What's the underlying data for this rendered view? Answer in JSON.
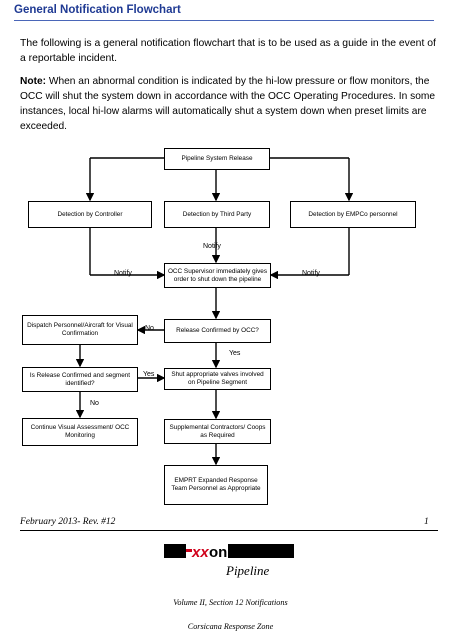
{
  "header": {
    "title": "General Notification Flowchart"
  },
  "intro": "The following is a general notification flowchart that is to be used as a guide in the event of a reportable incident.",
  "note": {
    "label": "Note:",
    "text": " When an abnormal condition is indicated by the hi-low pressure or flow monitors, the OCC will shut the system down in accordance with the OCC Operating Procedures. In some instances, local hi-low alarms will automatically shut a system down when preset limits are exceeded."
  },
  "flowchart": {
    "release": "Pipeline System Release",
    "det_controller": "Detection by Controller",
    "det_third": "Detection by Third Party",
    "det_empco": "Detection by EMPCo personnel",
    "occ_supervisor": "OCC Supervisor immediately gives order to shut down the pipeline",
    "release_confirmed": "Release Confirmed by OCC?",
    "dispatch": "Dispatch Personnel/Aircraft for Visual Confirmation",
    "segment_identified": "Is Release Confirmed and segment identified?",
    "shut_valves": "Shut appropriate valves involved on Pipeline Segment",
    "continue_visual": "Continue Visual Assessment/ OCC Monitoring",
    "supplemental": "Supplemental Contractors/ Coops as Required",
    "emprt": "EMPRT Expanded Response Team Personnel as Appropriate",
    "labels": {
      "notify": "Notify",
      "no": "No",
      "yes": "Yes"
    }
  },
  "footer": {
    "revision": "February 2013- Rev. #12",
    "page": "1",
    "logo_text": "ExxonMobil",
    "pipeline": "Pipeline",
    "volume": "Volume II, Section 12 Notifications",
    "zone": "Corsicana Response Zone"
  }
}
